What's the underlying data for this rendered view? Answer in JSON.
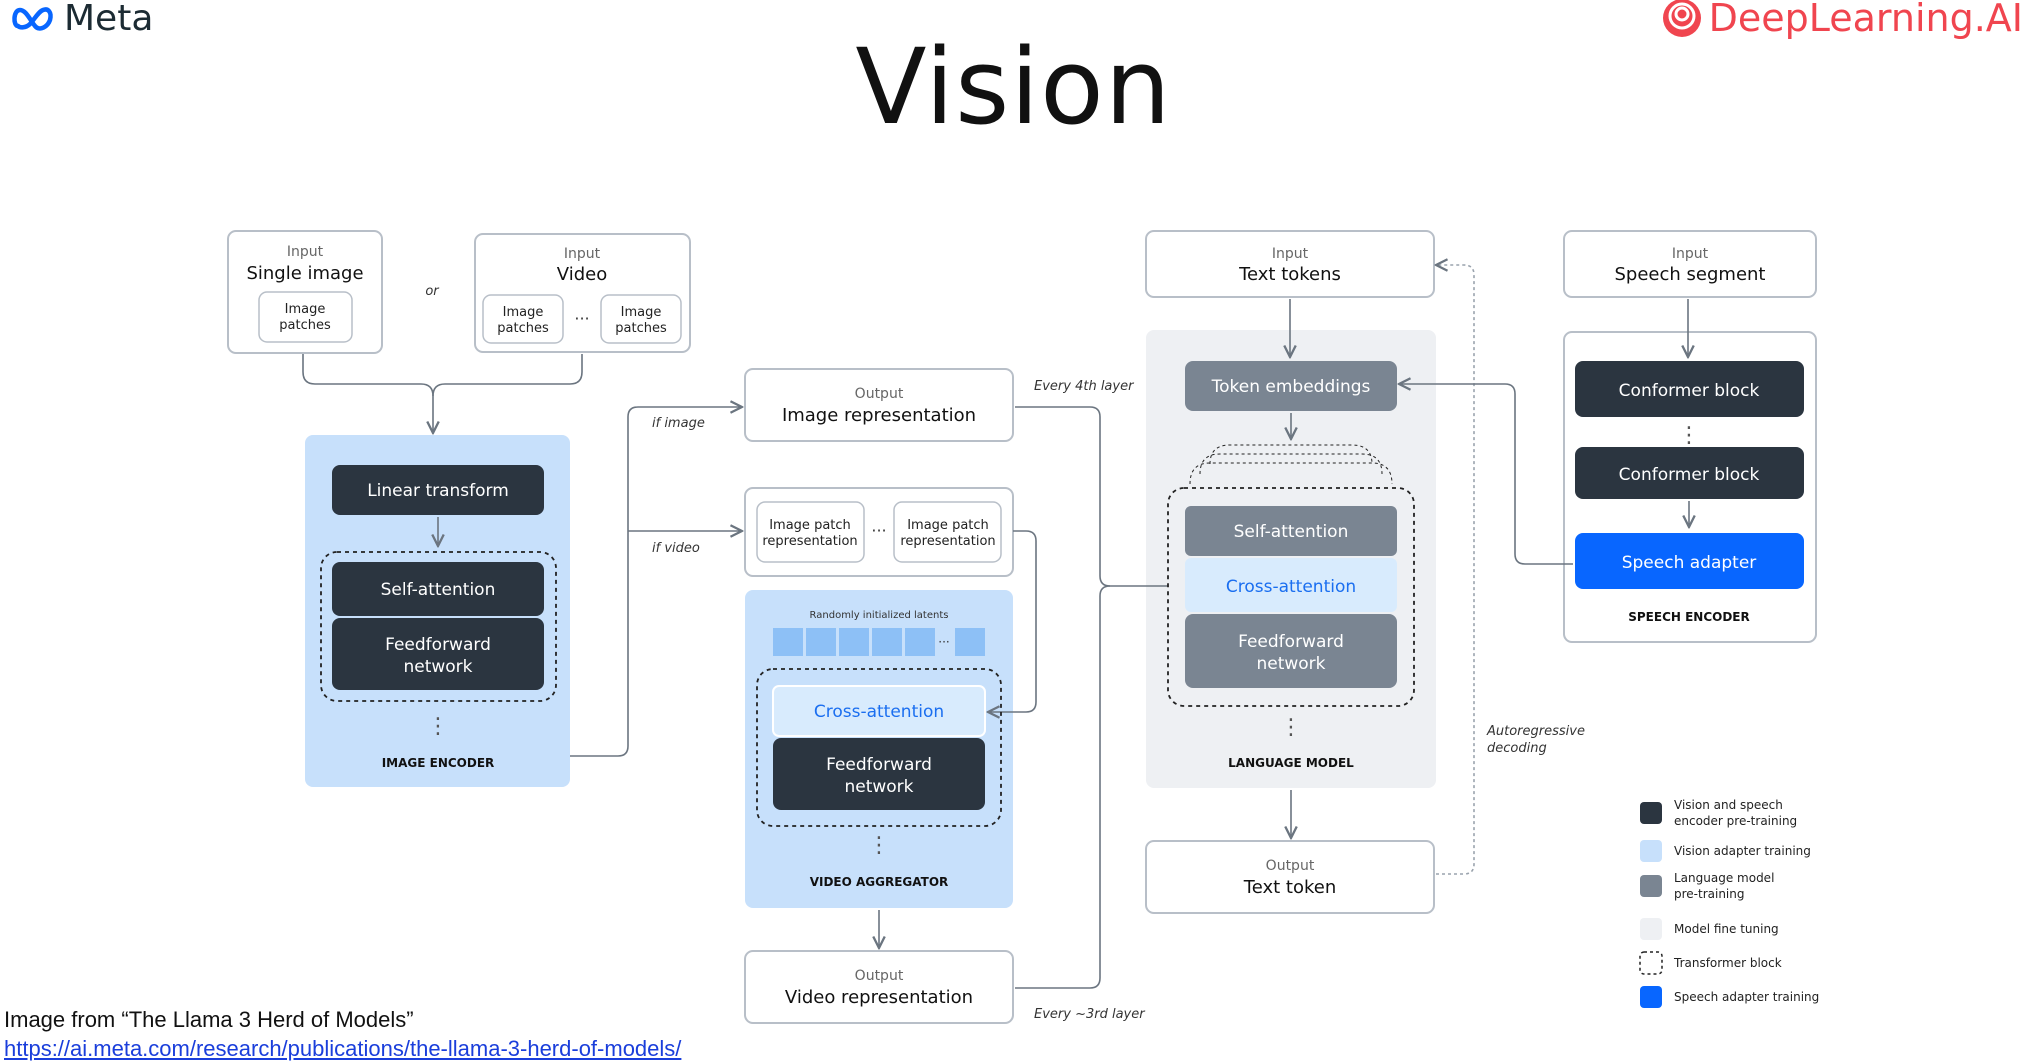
{
  "header": {
    "meta_logo": "Meta",
    "dl_logo": "DeepLearning.AI",
    "title": "Vision"
  },
  "caption": {
    "line1": "Image from “The Llama 3 Herd of Models”",
    "link": "https://ai.meta.com/research/publications/the-llama-3-herd-of-models/"
  },
  "colors": {
    "dark_block": "#2b3540",
    "gray_block": "#7a8592",
    "light_blue_bg": "#c7e0fb",
    "light_blue_block": "#d8ebfd",
    "light_gray_bg": "#eef0f3",
    "speech_adapter": "#0866ff",
    "box_border": "#b8bfc8"
  },
  "diagram": {
    "input_single_image": {
      "label": "Input",
      "title": "Single image",
      "patch": "Image\npatches"
    },
    "or": "or",
    "input_video": {
      "label": "Input",
      "title": "Video",
      "patch1": "Image\npatches",
      "patch2": "Image\npatches",
      "dots": "···"
    },
    "image_encoder": {
      "linear_transform": "Linear transform",
      "self_attention": "Self-attention",
      "feedforward": "Feedforward\nnetwork",
      "vdots": "⋮",
      "label": "IMAGE ENCODER"
    },
    "if_image": "if image",
    "if_video": "if video",
    "output_image_rep": {
      "label": "Output",
      "title": "Image representation"
    },
    "every_4th": "Every 4th layer",
    "patch_reps": {
      "left": "Image patch\nrepresentation",
      "right": "Image patch\nrepresentation",
      "dots": "···"
    },
    "video_aggregator": {
      "latents_label": "Randomly initialized latents",
      "latent_dots": "···",
      "cross_attention": "Cross-attention",
      "feedforward": "Feedforward\nnetwork",
      "vdots": "⋮",
      "label": "VIDEO AGGREGATOR"
    },
    "output_video_rep": {
      "label": "Output",
      "title": "Video representation"
    },
    "every_3rd": "Every ~3rd layer",
    "input_text": {
      "label": "Input",
      "title": "Text tokens"
    },
    "language_model": {
      "token_embeddings": "Token embeddings",
      "self_attention": "Self-attention",
      "cross_attention": "Cross-attention",
      "feedforward": "Feedforward\nnetwork",
      "vdots": "⋮",
      "label": "LANGUAGE MODEL"
    },
    "output_text": {
      "label": "Output",
      "title": "Text token"
    },
    "autoregressive": "Autoregressive\ndecoding",
    "input_speech": {
      "label": "Input",
      "title": "Speech segment"
    },
    "speech_encoder": {
      "conformer1": "Conformer block",
      "vdots": "⋮",
      "conformer2": "Conformer block",
      "speech_adapter": "Speech adapter",
      "label": "SPEECH ENCODER"
    },
    "legend": [
      {
        "text": "Vision and speech\nencoder pre-training",
        "swatch": "#2b3540",
        "dashed": false
      },
      {
        "text": "Vision adapter training",
        "swatch": "#c7e0fb",
        "dashed": false
      },
      {
        "text": "Language model\npre-training",
        "swatch": "#7a8592",
        "dashed": false
      },
      {
        "text": "Model fine tuning",
        "swatch": "#eef0f3",
        "dashed": false
      },
      {
        "text": "Transformer block",
        "swatch": "#ffffff",
        "dashed": true
      },
      {
        "text": "Speech adapter training",
        "swatch": "#0866ff",
        "dashed": false
      }
    ]
  }
}
